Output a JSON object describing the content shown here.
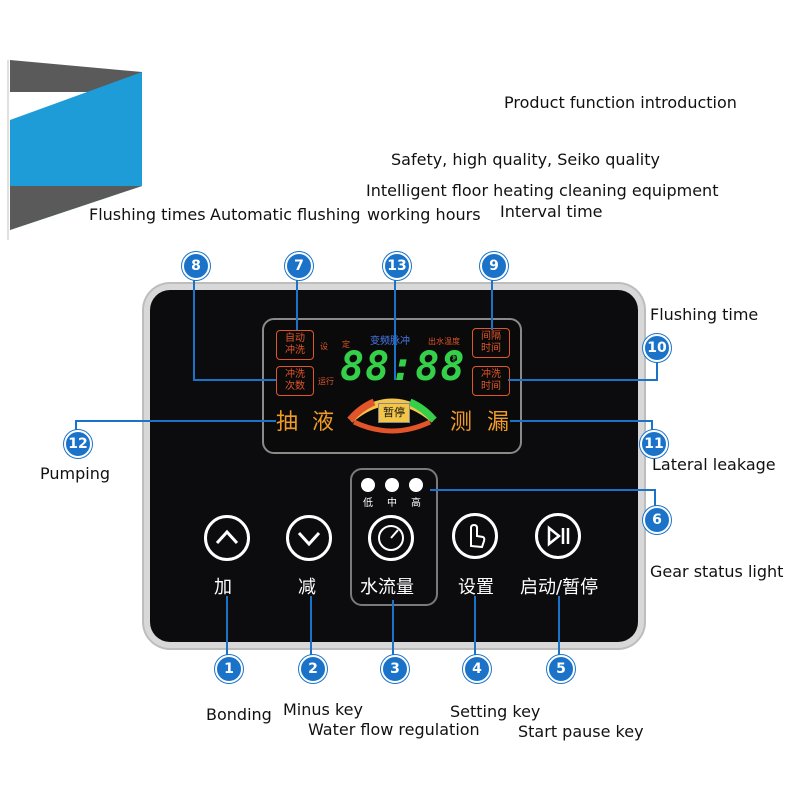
{
  "header": {
    "title": "Product function introduction",
    "line1": "Safety, high quality, Seiko quality",
    "line2": "Intelligent floor heating cleaning equipment"
  },
  "labels": {
    "flushing_times": "Flushing times",
    "automatic_flushing": "Automatic flushing",
    "working_hours": "working hours",
    "interval_time": "Interval time",
    "flushing_time": "Flushing time",
    "pumping": "Pumping",
    "lateral_leakage": "Lateral leakage",
    "gear_status_light": "Gear status light",
    "bonding": "Bonding",
    "minus_key": "Minus key",
    "water_flow_regulation": "Water flow regulation",
    "setting_key": "Setting key",
    "start_pause_key": "Start pause key"
  },
  "badges": [
    "1",
    "2",
    "3",
    "4",
    "5",
    "6",
    "7",
    "8",
    "9",
    "10",
    "11",
    "12",
    "13"
  ],
  "lcd": {
    "auto_flush": [
      "自动",
      "冲洗"
    ],
    "flush_count": [
      "冲洗",
      "次数"
    ],
    "interval": [
      "间隔",
      "时间"
    ],
    "flush_time": [
      "冲洗",
      "时间"
    ],
    "set": "设",
    "fixed": "定",
    "run": "运行",
    "freq_pulse": "变频脉冲",
    "water_temp": "出水温度",
    "seconds": "秒",
    "digits": "88:88",
    "pump": "抽",
    "liquid": "液",
    "detect": "测",
    "leak": "漏",
    "pause": "暂停"
  },
  "buttons": {
    "plus": "加",
    "minus": "减",
    "water_flow": "水流量",
    "settings": "设置",
    "start_pause": "启动/暂停"
  },
  "gear": {
    "low": "低",
    "mid": "中",
    "high": "高"
  },
  "colors": {
    "accent_blue": "#1a73c8",
    "lcd_orange": "#e2552a",
    "lcd_green": "#35d04a",
    "lcd_blue": "#4a7cf0",
    "panel_black": "#0c0c0e"
  }
}
